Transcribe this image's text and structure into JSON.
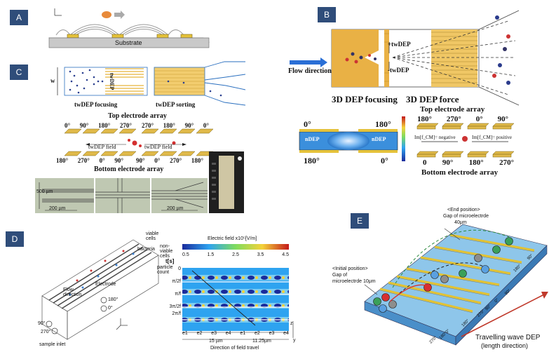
{
  "panels": {
    "A": {
      "badge": "A",
      "substrate": "Substrate"
    },
    "B": {
      "badge": "B",
      "flow_direction": "Flow direction",
      "plus_twdep": "+twDEP",
      "minus_twdep": "-twDEP",
      "focusing": "3D DEP focusing",
      "force": "3D DEP force",
      "ndep_left": "nDEP",
      "ndep_right": "nDEP",
      "phase_tl": "0°",
      "phase_tr": "180°",
      "phase_bl": "180°",
      "phase_br": "0°",
      "top_array": "Top electrode array",
      "bottom_array": "Bottom electrode array",
      "top_phases": [
        "180°",
        "270°",
        "0°",
        "90°"
      ],
      "bottom_phases": [
        "0",
        "90°",
        "180°",
        "270°"
      ],
      "im_negative": "Im[f_CM]= negative",
      "im_positive": "Im[f_CM]= positive"
    },
    "C": {
      "badge": "C",
      "w": "w",
      "twdep_vert": "twDEP",
      "focusing": "twDEP focusing",
      "sorting": "twDEP sorting",
      "top_array": "Top electrode array",
      "bottom_array": "Bottom electrode array",
      "top_phases_left": [
        "0°",
        "90°",
        "180°",
        "270°"
      ],
      "top_phases_right": [
        "270°",
        "180°",
        "90°",
        "0°"
      ],
      "field_left": "twDEP field",
      "field_right": "twDEP field",
      "bottom_phases_left": [
        "180°",
        "270°",
        "0°",
        "90°"
      ],
      "bottom_phases_right": [
        "90°",
        "0°",
        "270°",
        "180°"
      ],
      "scale_500": "500 µm",
      "scale_200a": "200 µm",
      "scale_200b": "200 µm"
    },
    "D": {
      "badge": "D",
      "viable": "viable cells",
      "bacteria": "bacteria",
      "nonviable": "non-viable cells",
      "particle": "particle count",
      "electrode": "Electrode",
      "flow": "Flow direction",
      "ph180": "180°",
      "ph0": "0°",
      "ph90": "90°",
      "ph270": "270°",
      "sample_inlet": "sample inlet",
      "colorbar_title": "Electric field x10⁵[V/m]",
      "colorbar_ticks": [
        "0.5",
        "1.5",
        "2.5",
        "3.5",
        "4.5"
      ],
      "t_axis": "t[s]",
      "t_ticks": [
        "0",
        "π/2f",
        "π/f",
        "3π/2f",
        "2π/f"
      ],
      "electrodes": [
        "e1",
        "e2",
        "e3",
        "e4",
        "e1",
        "e2",
        "e3",
        "e4"
      ],
      "dim_15": "15 µm",
      "dim_1125": "11.25µm",
      "direction": "Direction of field travel",
      "axis_y": "y",
      "axis_z": "z"
    },
    "E": {
      "badge": "E",
      "end_position": "<End position>",
      "gap_end": "Gap of microelectrde",
      "gap_end_val": "40μm",
      "initial_position": "<Initial position>",
      "gap_init": "Gap of",
      "gap_init_val": "microelectrde 10μm",
      "phases": [
        "180°",
        "90°",
        "0°",
        "270°",
        "180°",
        "90°",
        "0°",
        "270°",
        "180°",
        "90°"
      ],
      "travelling": "Travelling wave DEP",
      "length_dir": "(length direction)"
    }
  }
}
